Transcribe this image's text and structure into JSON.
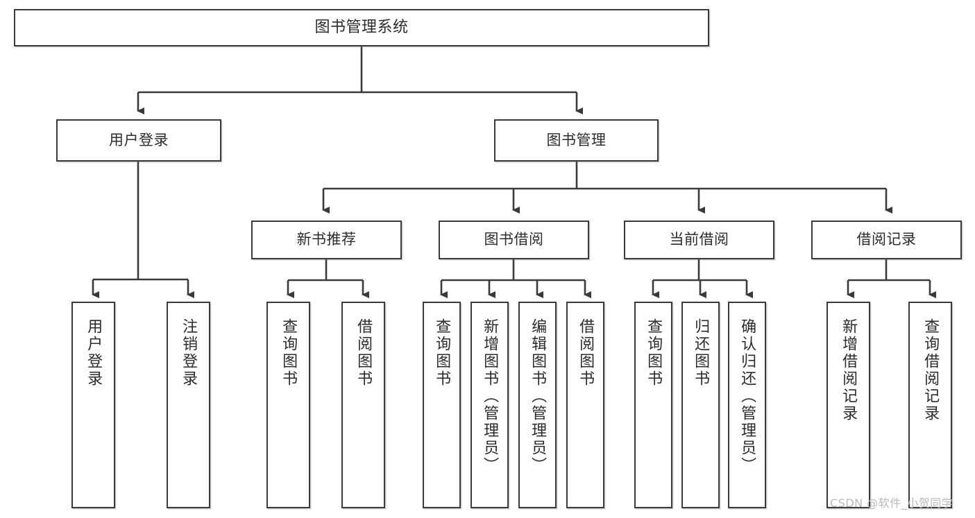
{
  "diagram": {
    "type": "tree",
    "title": "图书管理系统",
    "watermark": "CSDN @软件_小贺同学",
    "colors": {
      "box_border": "#3a3a3a",
      "box_fill": "#ffffff",
      "connector": "#3a3a3a",
      "text": "#2b2b2b",
      "watermark": "#b9b9b9"
    },
    "nodes": {
      "root": {
        "label": "图书管理系统"
      },
      "level2": [
        {
          "label": "用户登录"
        },
        {
          "label": "图书管理"
        }
      ],
      "level3": [
        {
          "label": "新书推荐"
        },
        {
          "label": "图书借阅"
        },
        {
          "label": "当前借阅"
        },
        {
          "label": "借阅记录"
        }
      ],
      "leaves": [
        {
          "label": "用户登录",
          "parent": "用户登录"
        },
        {
          "label": "注销登录",
          "parent": "用户登录"
        },
        {
          "label": "查询图书",
          "parent": "新书推荐"
        },
        {
          "label": "借阅图书",
          "parent": "新书推荐"
        },
        {
          "label": "查询图书",
          "parent": "图书借阅"
        },
        {
          "label": "新增图书（管理员）",
          "parent": "图书借阅"
        },
        {
          "label": "编辑图书（管理员）",
          "parent": "图书借阅"
        },
        {
          "label": "借阅图书",
          "parent": "图书借阅"
        },
        {
          "label": "查询图书",
          "parent": "当前借阅"
        },
        {
          "label": "归还图书",
          "parent": "当前借阅"
        },
        {
          "label": "确认归还（管理员）",
          "parent": "当前借阅"
        },
        {
          "label": "新增借阅记录",
          "parent": "借阅记录"
        },
        {
          "label": "查询借阅记录",
          "parent": "借阅记录"
        }
      ]
    }
  }
}
